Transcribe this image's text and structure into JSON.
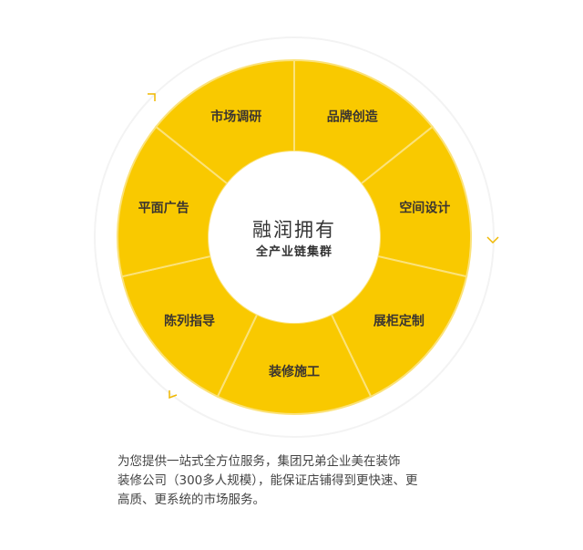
{
  "colors": {
    "segment": "#f9c900",
    "divider": "#fbe27a",
    "ring": "#f2f2f2",
    "arrow": "#f0b800"
  },
  "center": {
    "title": "融润拥有",
    "subtitle": "全产业链集群"
  },
  "segments": [
    {
      "label": "品牌创造"
    },
    {
      "label": "空间设计"
    },
    {
      "label": "展柜定制"
    },
    {
      "label": "装修施工"
    },
    {
      "label": "陈列指导"
    },
    {
      "label": "平面广告"
    },
    {
      "label": "市场调研"
    }
  ],
  "description": {
    "lines": [
      "为您提供一站式全方位服务，集团兄弟企业美在装饰",
      "装修公司（300多人规模），能保证店铺得到更快速、更",
      "高质、更系统的市场服务。"
    ]
  }
}
